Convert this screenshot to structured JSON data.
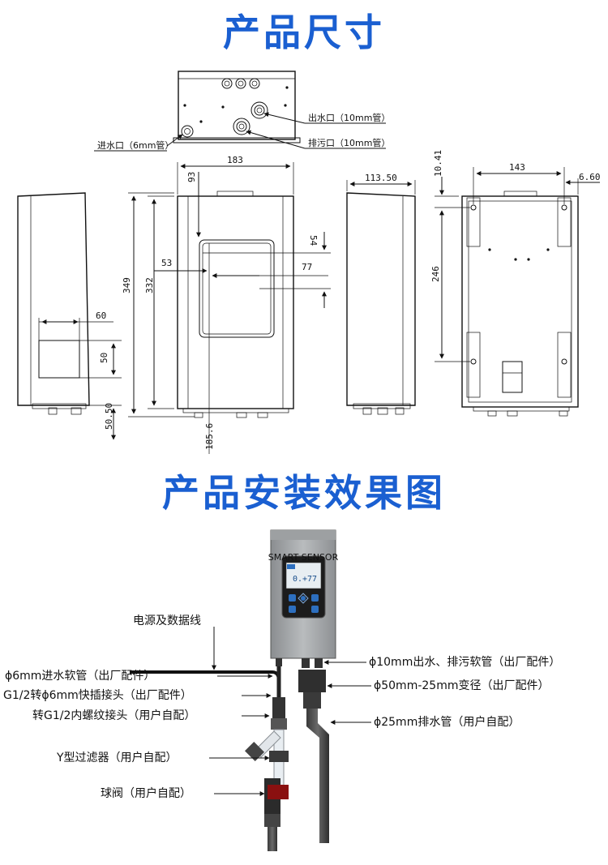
{
  "titles": {
    "dimensions": "产品尺寸",
    "installation": "产品安装效果图"
  },
  "top_view": {
    "outlet_label": "出水口（10mm管）",
    "drain_label": "排污口（10mm管）",
    "inlet_label": "进水口（6mm管）"
  },
  "dimensions": {
    "width_front": "183",
    "side_depth": "113.50",
    "back_width": "143",
    "back_offset_right": "6.60",
    "back_offset_top": "10.41",
    "back_hole_spacing": "246",
    "total_height": "349",
    "body_height": "332",
    "window_top": "93",
    "window_left": "53",
    "window_height": "54",
    "window_width": "77",
    "bottom_height": "185.6",
    "side_box_width": "60",
    "side_box_height": "50",
    "side_bottom": "50.50"
  },
  "install": {
    "power_label": "电源及数据线",
    "inlet_tube": "ϕ6mm进水软管（出厂配件）",
    "quick_connector": "G1/2转ϕ6mm快插接头（出厂配件）",
    "thread_connector": "转G1/2内螺纹接头（用户自配）",
    "y_filter": "Y型过滤器（用户自配）",
    "ball_valve": "球阀（用户自配）",
    "outlet_tube": "ϕ10mm出水、排污软管（出厂配件）",
    "reducer": "ϕ50mm-25mm变径（出厂配件）",
    "drain_pipe": "ϕ25mm排水管（用户自配）",
    "screen_value": "0.+77",
    "screen_header": "SMART SENSOR"
  }
}
